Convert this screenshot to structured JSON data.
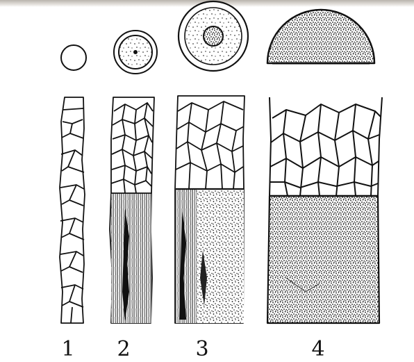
{
  "labels": [
    "1",
    "2",
    "3",
    "4"
  ],
  "colors": {
    "ink": "#111111",
    "paper": "#ffffff"
  },
  "figure_parts": [
    "cross-section-1",
    "cross-section-2",
    "cross-section-3",
    "cross-section-4",
    "longitudinal-1",
    "longitudinal-2",
    "longitudinal-3",
    "longitudinal-4"
  ]
}
